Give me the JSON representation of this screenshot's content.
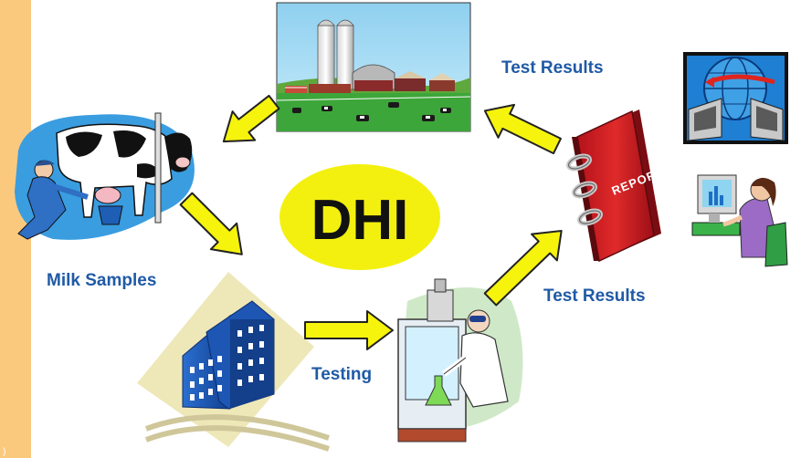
{
  "diagram": {
    "center_label": "DHI",
    "labels": {
      "test_results_top": "Test Results",
      "test_results_right": "Test Results",
      "milk_samples": "Milk Samples",
      "testing": "Testing"
    },
    "report_text": "REPORT",
    "colors": {
      "side_band": "#fbc97e",
      "label_blue": "#1f5aa6",
      "arrow_yellow": "#f6f30d",
      "ellipse_yellow": "#f3f00f"
    },
    "nodes": [
      {
        "name": "farm-clipart",
        "icon": "farm-icon"
      },
      {
        "name": "milking-cow-clipart",
        "icon": "cow-icon"
      },
      {
        "name": "office-building-clipart",
        "icon": "building-icon"
      },
      {
        "name": "lab-scientist-clipart",
        "icon": "scientist-icon"
      },
      {
        "name": "report-book-clipart",
        "icon": "report-book-icon"
      },
      {
        "name": "computers-globe-clipart",
        "icon": "network-icon"
      },
      {
        "name": "computer-user-clipart",
        "icon": "computer-user-icon"
      }
    ]
  }
}
